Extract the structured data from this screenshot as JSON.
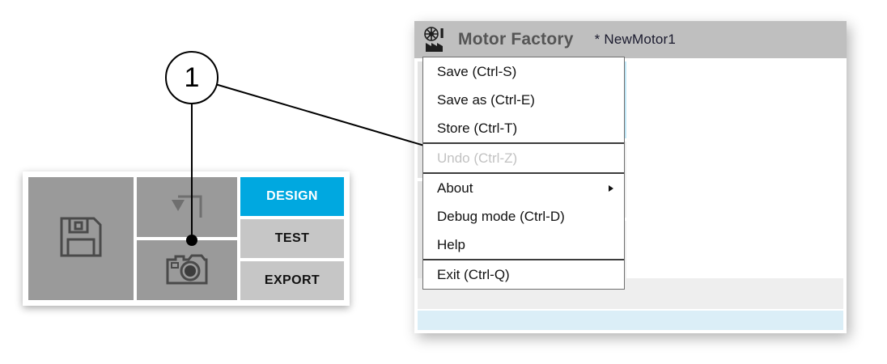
{
  "callout": {
    "number": "1",
    "target_menu_item": "Store (Ctrl-T)",
    "target_toolbar_button": "store-camera-button"
  },
  "detail_panel": {
    "name": "zoomed-toolbar-detail",
    "buttons": [
      {
        "icon": "floppy-disk-icon",
        "label": ""
      },
      {
        "icon": "undo-arrow-icon",
        "label": ""
      },
      {
        "icon": "camera-icon",
        "label": ""
      }
    ],
    "tabs": [
      {
        "label": "DESIGN",
        "state": "active"
      },
      {
        "label": "TEST",
        "state": "idle"
      },
      {
        "label": "EXPORT",
        "state": "idle"
      }
    ]
  },
  "window": {
    "logo_icon": "factory-gear-icon",
    "app_name": "Motor Factory",
    "document_title": "* NewMotor1",
    "tabs": [
      {
        "label": "DESIGN",
        "state": "active"
      },
      {
        "label": "TEST",
        "state": "idle"
      },
      {
        "label": "EXPORT",
        "state": "idle"
      }
    ],
    "toolbar_icons": [
      "floppy-disk-icon",
      "undo-arrow-icon",
      "camera-icon"
    ]
  },
  "menu": {
    "name": "file-menu",
    "items": [
      {
        "label": "Save (Ctrl-S)",
        "enabled": true,
        "submenu": false,
        "separator_after": false
      },
      {
        "label": "Save as (Ctrl-E)",
        "enabled": true,
        "submenu": false,
        "separator_after": false
      },
      {
        "label": "Store (Ctrl-T)",
        "enabled": true,
        "submenu": false,
        "separator_after": true
      },
      {
        "label": "Undo (Ctrl-Z)",
        "enabled": false,
        "submenu": false,
        "separator_after": true
      },
      {
        "label": "About",
        "enabled": true,
        "submenu": true,
        "separator_after": false
      },
      {
        "label": "Debug mode (Ctrl-D)",
        "enabled": true,
        "submenu": false,
        "separator_after": false
      },
      {
        "label": "Help",
        "enabled": true,
        "submenu": false,
        "separator_after": true
      },
      {
        "label": "Exit (Ctrl-Q)",
        "enabled": true,
        "submenu": false,
        "separator_after": false
      }
    ]
  },
  "colors": {
    "accent_active": "#00a8e0",
    "accent_active_dim": "#bfe7f7",
    "titlebar": "#bfbfbf",
    "detail_icon_bg": "#9a9a9a",
    "tab_idle": "#c6c6c6"
  }
}
